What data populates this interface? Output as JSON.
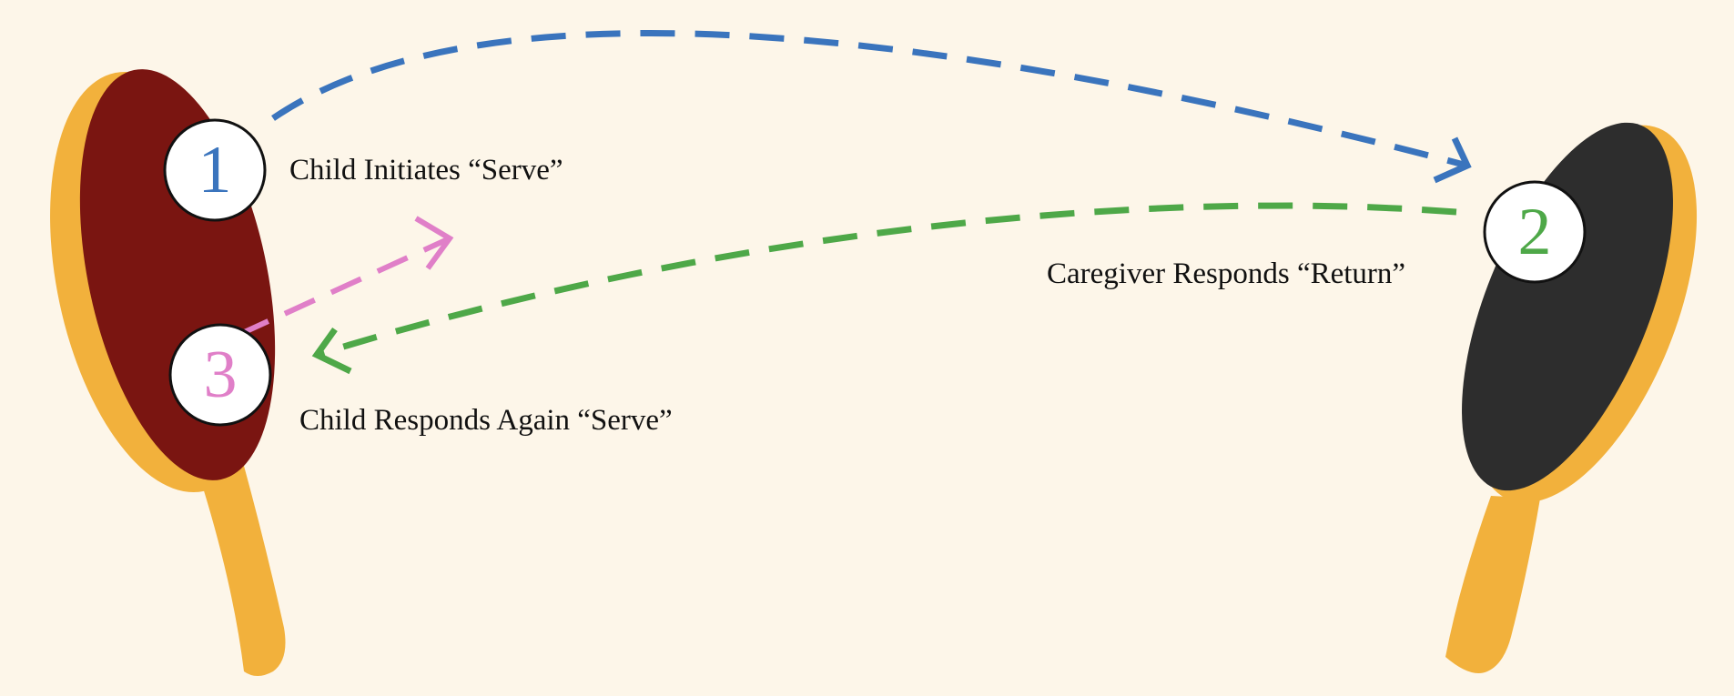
{
  "colors": {
    "background": "#fdf6e9",
    "handle_wood": "#f2b13c",
    "child_paddle": "#7a1511",
    "caregiver_paddle": "#2d2d2d",
    "serve_arrow": "#3a74bd",
    "return_arrow": "#4ea848",
    "again_arrow": "#e07fc8",
    "circle_fill": "#ffffff",
    "circle_stroke": "#111111"
  },
  "steps": [
    {
      "number": "1",
      "label": "Child Initiates “Serve”",
      "color": "#3a74bd"
    },
    {
      "number": "2",
      "label": "Caregiver Responds “Return”",
      "color": "#4ea848"
    },
    {
      "number": "3",
      "label": "Child Responds Again “Serve”",
      "color": "#e07fc8"
    }
  ],
  "icons": {
    "left_paddle": "ping-pong-paddle-icon",
    "right_paddle": "ping-pong-paddle-icon"
  }
}
